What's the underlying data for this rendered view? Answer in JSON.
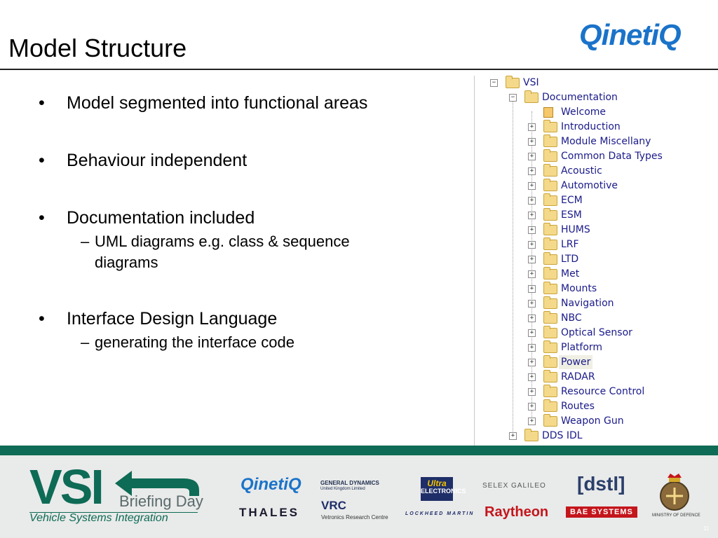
{
  "slide": {
    "title": "Model Structure",
    "logo_text": "QinetiQ",
    "page_number": "11"
  },
  "bullets": [
    {
      "text": "Model segmented into functional areas",
      "sub": []
    },
    {
      "text": "Behaviour independent",
      "sub": []
    },
    {
      "text": "Documentation included",
      "sub": [
        "UML diagrams e.g. class & sequence diagrams"
      ]
    },
    {
      "text": "Interface Design Language",
      "sub": [
        "generating the interface code"
      ]
    }
  ],
  "bullet_symbol": "•",
  "sub_symbol": "–",
  "tree": {
    "root": "VSI",
    "documentation": "Documentation",
    "welcome": "Welcome",
    "children": [
      "Introduction",
      "Module Miscellany",
      "Common Data Types",
      "Acoustic",
      "Automotive",
      "ECM",
      "ESM",
      "HUMS",
      "LRF",
      "LTD",
      "Met",
      "Mounts",
      "Navigation",
      "NBC",
      "Optical Sensor",
      "Platform",
      "Power",
      "RADAR",
      "Resource Control",
      "Routes",
      "Weapon Gun"
    ],
    "selected": "Power",
    "last": "DDS IDL",
    "expand_glyph": "+",
    "collapse_glyph": "−"
  },
  "footer": {
    "vsi": "VSI",
    "briefing": "Briefing Day",
    "subtitle": "Vehicle Systems Integration",
    "sponsors": {
      "qinetiq": "QinetiQ",
      "gd": "GENERAL DYNAMICS",
      "gd_sub": "United Kingdom Limited",
      "ultra_top": "Ultra",
      "ultra_bottom": "ELECTRONICS",
      "selex": "SELEX GALILEO",
      "dstl": "[dstl]",
      "thales": "THALES",
      "vrc": "VRC",
      "vrc_sub": "Vetronics Research Centre",
      "lockheed": "LOCKHEED MARTIN",
      "raytheon": "Raytheon",
      "bae": "BAE SYSTEMS",
      "mod": "MINISTRY OF DEFENCE"
    }
  },
  "colors": {
    "brand_green": "#0e6b55",
    "qinetiq_blue": "#1a73c9",
    "tree_text": "#1a1a8a"
  }
}
